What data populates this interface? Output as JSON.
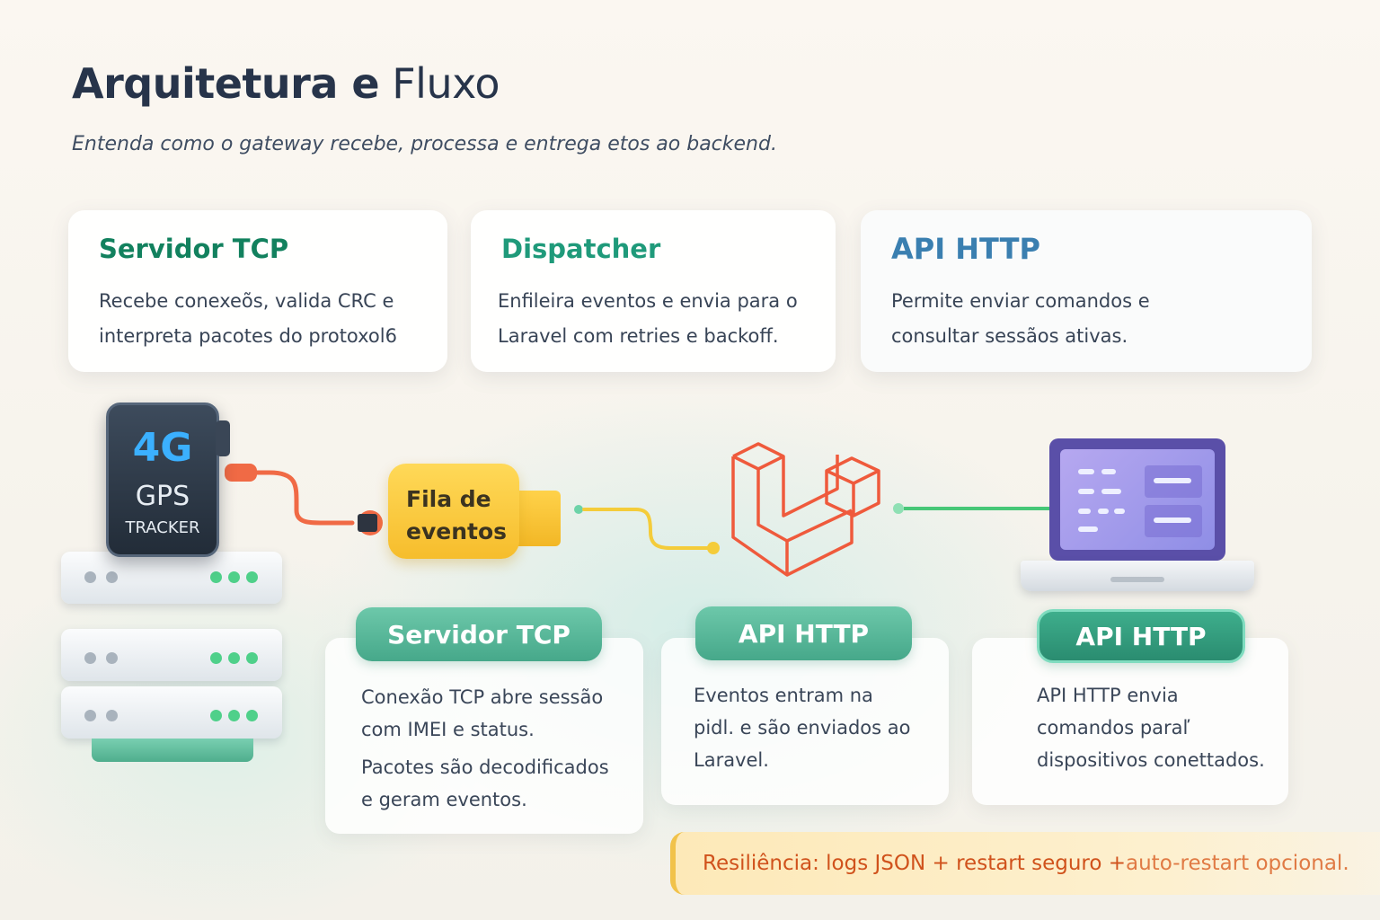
{
  "header": {
    "title_bold": "Arquitetura e",
    "title_light": "Fluxo",
    "subtitle": "Entenda como o gateway recebe, processa e entrega etos ao backend."
  },
  "top_cards": [
    {
      "title": "Servidor TCP",
      "line1": "Recebe conexeõs, valida CRC e",
      "line2": "interpreta pacotes do protoxol6"
    },
    {
      "title": "Dispatcher",
      "line1": "Enfileira eventos e envia para o",
      "line2": "Laravel com retries e backoff."
    },
    {
      "title": "API HTTP",
      "line1": "Permite enviar comandos e",
      "line2": "consultar sessãos ativas."
    }
  ],
  "diagram": {
    "tracker_4g": "4G",
    "tracker_gps": "GPS",
    "tracker_label": "TRACKER",
    "queue_line1": "Fila de",
    "queue_line2": "eventos"
  },
  "steps": [
    {
      "label": "Servidor TCP",
      "lines": [
        "Conexão TCP abre sessão",
        "com IMEI e status.",
        "Pacotes são decodificados",
        "e geram eventos."
      ]
    },
    {
      "label": "API HTTP",
      "lines": [
        "Eventos entram na",
        "pidl. e são enviados ao",
        "Laravel."
      ]
    },
    {
      "label": "API HTTP",
      "lines": [
        "API HTTP envia",
        "comandos paraľ",
        "dispositivos conettados."
      ]
    }
  ],
  "banner": {
    "text": "Resiliência: logs JSON + restart seguro + ",
    "text_fade": "auto-restart opcional."
  },
  "colors": {
    "accent_green": "#12815e",
    "accent_teal": "#1f9a7a",
    "accent_blue": "#3a7fb0",
    "laravel_red": "#ef5a3c",
    "queue_yellow": "#f6bd2c",
    "banner_orange": "#d0521c"
  },
  "icons": [
    "gps-tracker-icon",
    "server-rack-icon",
    "queue-icon",
    "laravel-logo-icon",
    "laptop-icon"
  ]
}
